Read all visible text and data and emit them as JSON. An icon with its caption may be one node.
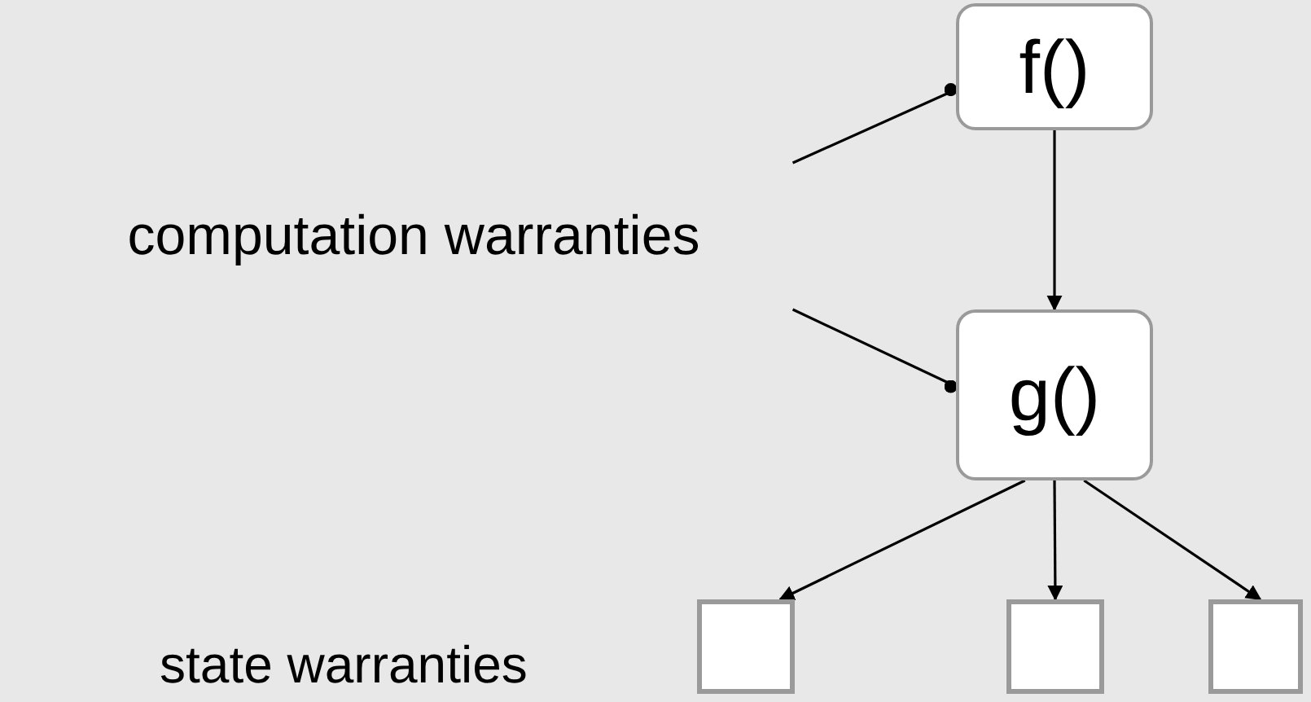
{
  "diagram": {
    "nodes": [
      {
        "text": [
          "computation warranties"
        ]
      },
      {
        "text": [
          "f()"
        ]
      },
      {
        "text": [
          "g()"
        ]
      },
      {
        "text": [],
        "shape": "box"
      },
      {
        "text": [],
        "shape": "box"
      },
      {
        "text": [],
        "shape": "box"
      }
    ],
    "edges": [
      {
        "from": 0,
        "to": 1,
        "arrow": "other"
      },
      {
        "from": 0,
        "to": 2,
        "arrow": "other"
      },
      {
        "from": 1,
        "to": 2,
        "arrow": "to"
      },
      {
        "from": 2,
        "to": 3,
        "arrow": "to"
      },
      {
        "from": 2,
        "to": 4,
        "arrow": "to"
      },
      {
        "from": 2,
        "to": 5,
        "arrow": "to"
      }
    ],
    "labels": [
      "state warranties"
    ]
  }
}
